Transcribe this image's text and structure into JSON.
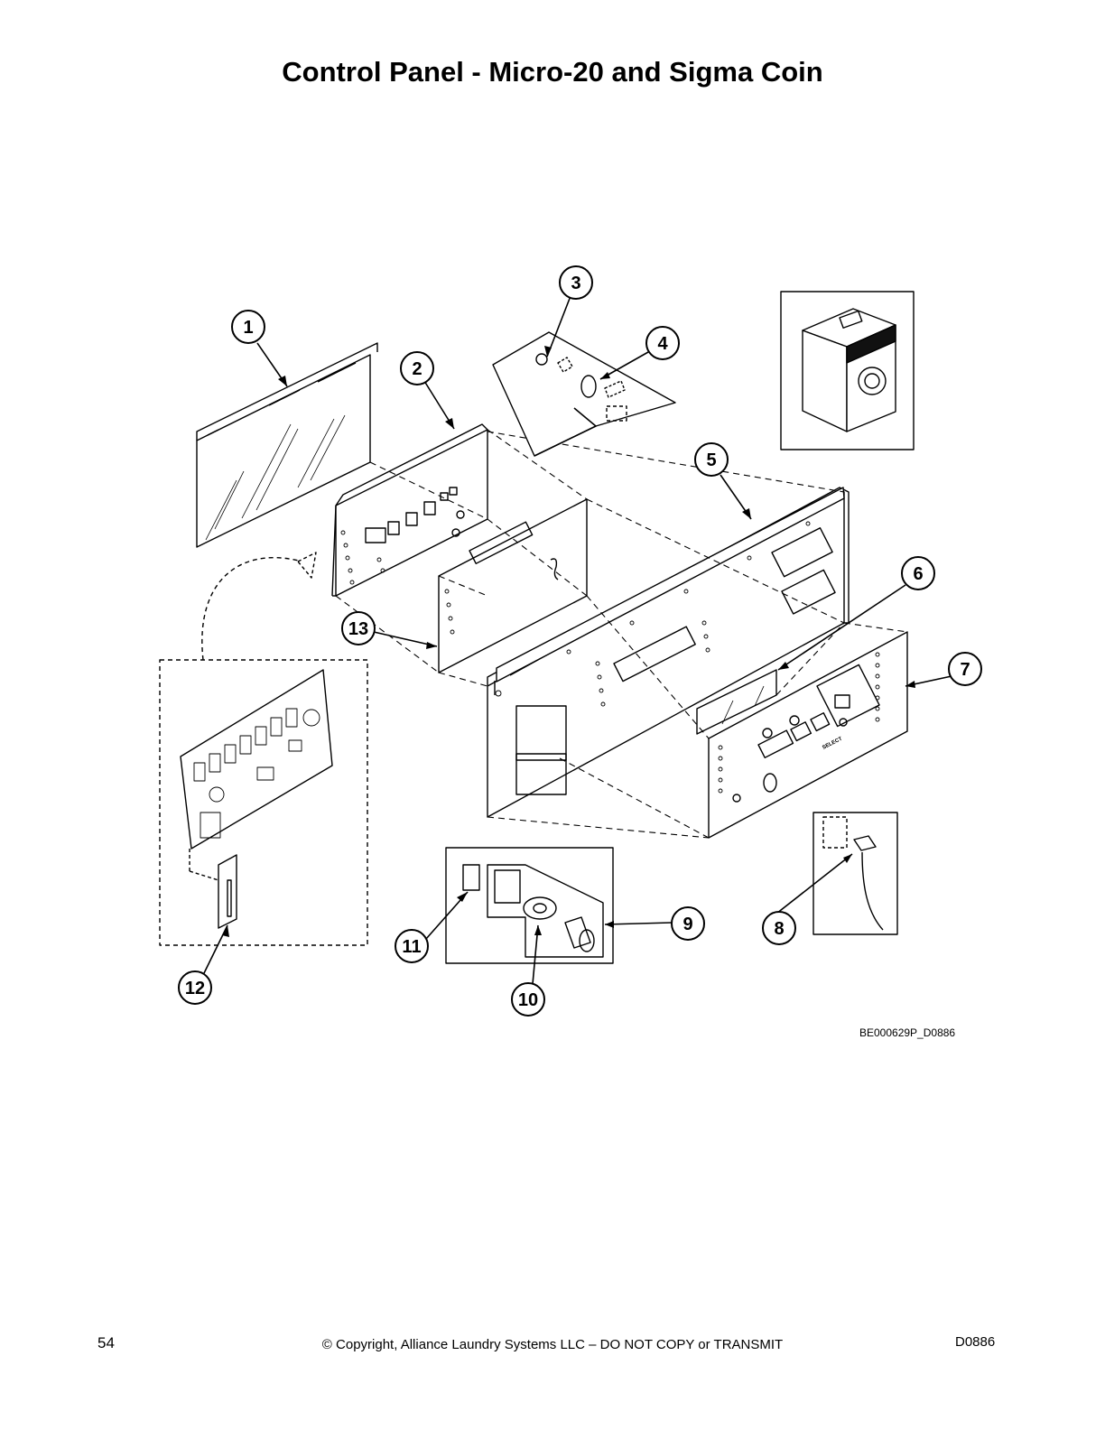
{
  "title": "Control Panel - Micro-20 and Sigma Coin",
  "callouts": [
    {
      "id": "1",
      "label": "1"
    },
    {
      "id": "2",
      "label": "2"
    },
    {
      "id": "3",
      "label": "3"
    },
    {
      "id": "4",
      "label": "4"
    },
    {
      "id": "5",
      "label": "5"
    },
    {
      "id": "6",
      "label": "6"
    },
    {
      "id": "7",
      "label": "7"
    },
    {
      "id": "8",
      "label": "8"
    },
    {
      "id": "9",
      "label": "9"
    },
    {
      "id": "10",
      "label": "10"
    },
    {
      "id": "11",
      "label": "11"
    },
    {
      "id": "12",
      "label": "12"
    },
    {
      "id": "13",
      "label": "13"
    }
  ],
  "figure_id": "BE000629P_D0886",
  "panel_label": "SELECT",
  "footer": {
    "page_number": "54",
    "copyright": "© Copyright, Alliance Laundry Systems LLC – DO NOT COPY or TRANSMIT",
    "doc_code": "D0886"
  }
}
